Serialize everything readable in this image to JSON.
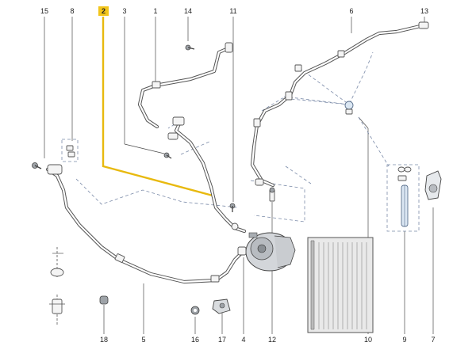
{
  "diagram": {
    "callouts": {
      "c15": "15",
      "c8": "8",
      "c2": "2",
      "c3": "3",
      "c1": "1",
      "c14": "14",
      "c11": "11",
      "c6": "6",
      "c13": "13",
      "c18": "18",
      "c5": "5",
      "c16": "16",
      "c17": "17",
      "c4": "4",
      "c12": "12",
      "c10": "10",
      "c9": "9",
      "c7": "7"
    },
    "highlighted_callout": "2",
    "colors": {
      "highlight": "#f2c51b",
      "pipe": "#555555",
      "dashed_lines": "#7a8aa8"
    }
  }
}
